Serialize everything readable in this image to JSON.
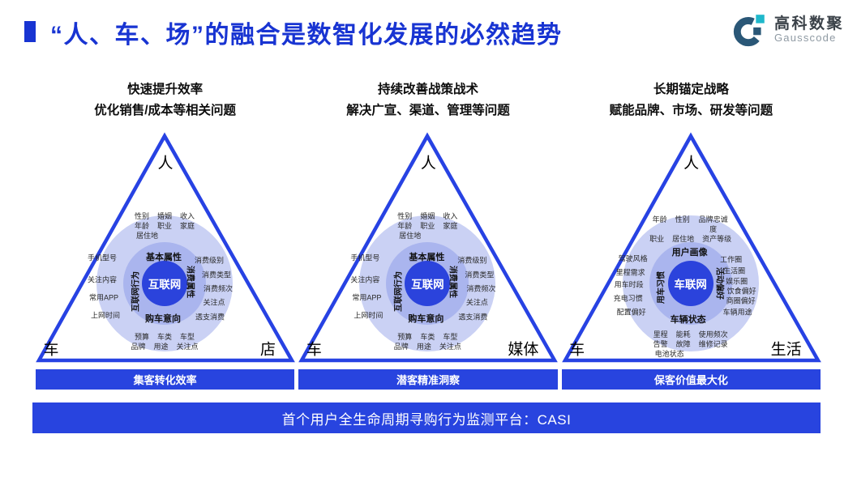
{
  "header": {
    "title": "“人、车、场”的融合是数智化发展的必然趋势"
  },
  "logo": {
    "cn": "高科数聚",
    "en": "Gausscode"
  },
  "columns": [
    {
      "type": "consumer",
      "header_line1": "快速提升效率",
      "header_line2": "优化销售/成本等相关问题",
      "vertex_top": "人",
      "vertex_left": "车",
      "vertex_right": "店",
      "center": "互联网",
      "ring_top": "基本属性",
      "ring_bottom": "购车意向",
      "ring_left": "互联网行为",
      "ring_right": "消费属性",
      "outer_top_rows": [
        [
          "性别",
          "婚姻",
          "收入"
        ],
        [
          "年龄",
          "职业",
          "家庭"
        ],
        [
          "居住地"
        ]
      ],
      "outer_bottom_rows": [
        [
          "预算",
          "车类",
          "车型"
        ],
        [
          "品牌",
          "用途",
          "关注点"
        ]
      ],
      "left_labels": [
        "手机型号",
        "关注内容",
        "常用APP",
        "上网时间"
      ],
      "right_labels": [
        "消费级别",
        "消费类型",
        "消费频次",
        "关注点",
        "透支消费"
      ],
      "bar": "集客转化效率"
    },
    {
      "type": "consumer",
      "header_line1": "持续改善战策战术",
      "header_line2": "解决广宣、渠道、管理等问题",
      "vertex_top": "人",
      "vertex_left": "车",
      "vertex_right": "媒体",
      "center": "互联网",
      "ring_top": "基本属性",
      "ring_bottom": "购车意向",
      "ring_left": "互联网行为",
      "ring_right": "消费属性",
      "outer_top_rows": [
        [
          "性别",
          "婚姻",
          "收入"
        ],
        [
          "年龄",
          "职业",
          "家庭"
        ],
        [
          "居住地"
        ]
      ],
      "outer_bottom_rows": [
        [
          "预算",
          "车类",
          "车型"
        ],
        [
          "品牌",
          "用途",
          "关注点"
        ]
      ],
      "left_labels": [
        "手机型号",
        "关注内容",
        "常用APP",
        "上网时间"
      ],
      "right_labels": [
        "消费级别",
        "消费类型",
        "消费频次",
        "关注点",
        "透支消费"
      ],
      "bar": "潜客精准洞察"
    },
    {
      "type": "vehicle",
      "header_line1": "长期锚定战略",
      "header_line2": "赋能品牌、市场、研发等问题",
      "vertex_top": "人",
      "vertex_left": "车",
      "vertex_right": "生活",
      "center": "车联网",
      "ring_top": "用户画像",
      "ring_bottom": "车辆状态",
      "ring_left": "用车习惯",
      "ring_right": "活动偏好",
      "outer_top_rows": [
        [
          "年龄",
          "性别",
          "品牌忠诚度"
        ],
        [
          "职业",
          "居住地",
          "资产等级"
        ]
      ],
      "outer_bottom_rows": [
        [
          "里程",
          "能耗",
          "使用频次"
        ],
        [
          "告警",
          "故障",
          "维修记录"
        ],
        [
          "电池状态"
        ]
      ],
      "left_labels": [
        "驾驶风格",
        "里程需求",
        "用车时段",
        "充电习惯",
        "配置偏好"
      ],
      "right_labels": [
        "工作圈",
        "生活圈",
        "娱乐圈",
        "饮食偏好",
        "商圈偏好",
        "车辆用途"
      ],
      "bar": "保客价值最大化"
    }
  ],
  "bottom_bar": "首个用户全生命周期寻购行为监测平台：CASI",
  "colors": {
    "accent": "#1834D2",
    "bar": "#2844DF",
    "triangle": "#2742E3",
    "circle_outer": "#CAD1F4",
    "circle_mid": "#AAB5EE",
    "circle_inner": "#2B43DC",
    "logo_navy": "#2a5777",
    "logo_teal": "#1fb8cb"
  }
}
